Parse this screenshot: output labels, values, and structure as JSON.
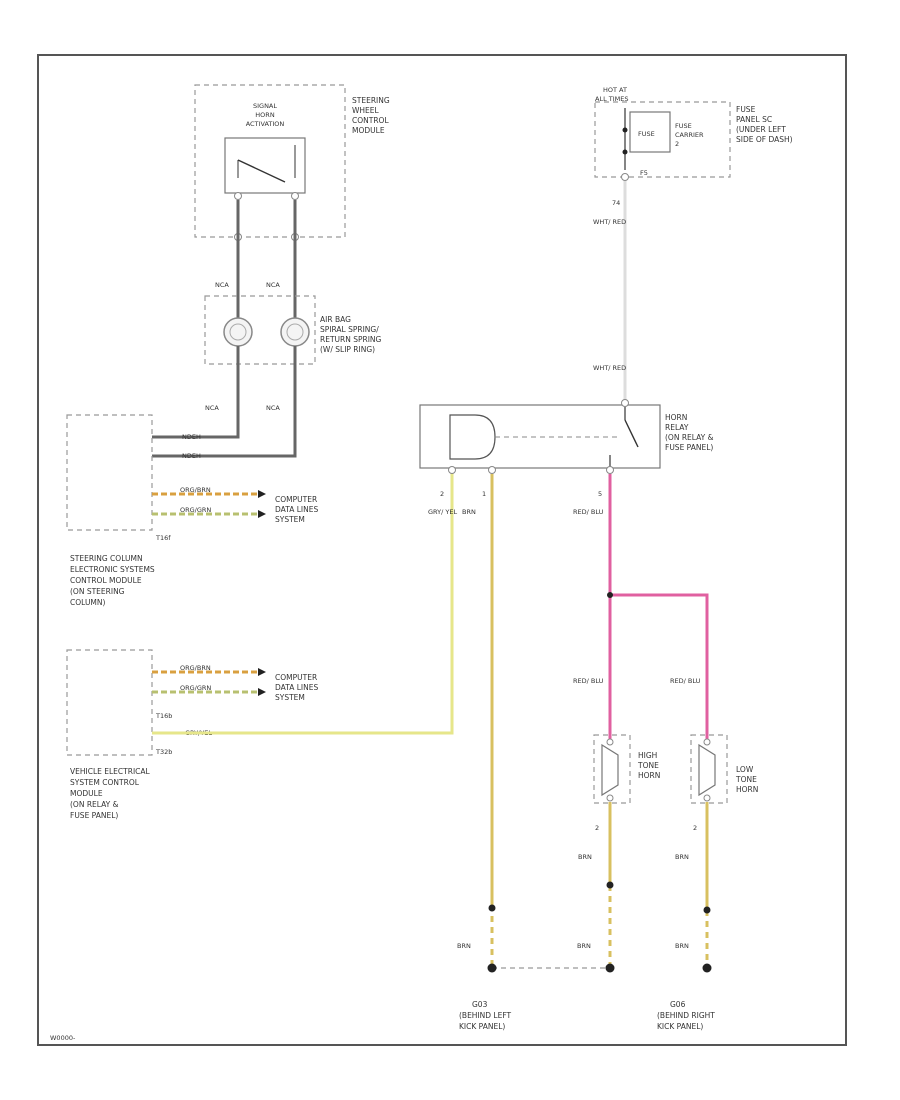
{
  "diagram_id": "W0000-",
  "wire_colors": {
    "gray": "#666666",
    "red_white": "#dddddd",
    "gray_yellow": "#e6e68a",
    "brown_yellow": "#d8c060",
    "red_blue": "#e060a0",
    "orange_brown": "#d9a040",
    "orange_green": "#b8c070"
  },
  "steering_module": {
    "name": "STEERING WHEEL CONTROL MODULE",
    "switch_label": "SIGNAL HORN ACTIVATION"
  },
  "airbag_spring": {
    "label": "AIR BAG SPIRAL SPRING/ RETURN SPRING (W/ SLIP RING)",
    "wire_upper_left": "NCA",
    "wire_upper_right": "NCA",
    "wire_lower_left": "NCA",
    "wire_lower_right": "NCA"
  },
  "steering_column_module": {
    "name": "STEERING COLUMN ELECTRONIC SYSTEMS CONTROL MODULE (ON STEERING COLUMN)",
    "connector": "T16f",
    "pin_a": "NDEH",
    "pin_b": "NDEH",
    "pin_c": "ORG/BRN",
    "pin_d": "ORG/GRN",
    "data_label": "COMPUTER DATA LINES SYSTEM"
  },
  "vehicle_module": {
    "name": "VEHICLE ELECTRICAL SYSTEM CONTROL MODULE (ON RELAY & FUSE PANEL)",
    "connector_a": "T16b",
    "connector_b": "T32b",
    "pin_a": "ORG/BRN",
    "pin_b": "ORG/GRN",
    "pin_c": "GRY/YEL",
    "data_label": "COMPUTER DATA LINES SYSTEM"
  },
  "fuse_panel": {
    "hot_label": "HOT AT ALL TIMES",
    "fuse_label": "FUSE CARRIER 2",
    "panel_label": "FUSE PANEL SC (UNDER LEFT SIDE OF DASH)",
    "pin": "F5",
    "wire_number": "74",
    "wire_color_a": "WHT/ RED",
    "wire_color_b": "WHT/ RED"
  },
  "horn_relay": {
    "name": "HORN RELAY (ON RELAY & FUSE PANEL)",
    "pin_2": "2",
    "pin_1": "1",
    "pin_5": "5",
    "wire_2": "GRY/ YEL",
    "wire_1": "BRN",
    "wire_5": "RED/ BLU"
  },
  "high_horn": {
    "name": "HIGH TONE HORN",
    "wire_in": "RED/ BLU",
    "pin_out": "2",
    "wire_out": "BRN"
  },
  "low_horn": {
    "name": "LOW TONE HORN",
    "wire_in": "RED/ BLU",
    "pin_out": "2",
    "wire_out": "BRN"
  },
  "ground_left": {
    "name": "G03 (BEHIND LEFT KICK PANEL)",
    "wire_a": "BRN",
    "wire_b": "BRN"
  },
  "ground_right": {
    "name": "G06 (BEHIND RIGHT KICK PANEL)",
    "wire": "BRN"
  }
}
